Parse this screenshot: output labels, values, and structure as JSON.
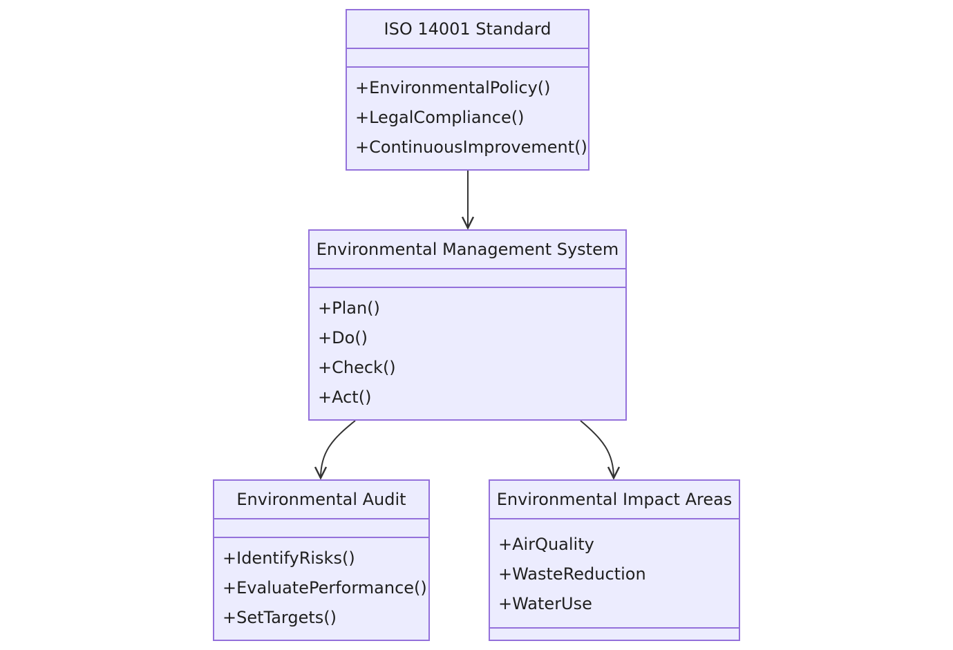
{
  "colors": {
    "fill": "#ececfe",
    "stroke": "#9370db",
    "edge": "#333333",
    "text": "#1f1f1f"
  },
  "classes": [
    {
      "id": "iso",
      "name": "ISO 14001 Standard",
      "attributes": [],
      "methods": [
        "+EnvironmentalPolicy()",
        "+LegalCompliance()",
        "+ContinuousImprovement()"
      ]
    },
    {
      "id": "ems",
      "name": "Environmental Management System",
      "attributes": [],
      "methods": [
        "+Plan()",
        "+Do()",
        "+Check()",
        "+Act()"
      ]
    },
    {
      "id": "audit",
      "name": "Environmental Audit",
      "attributes": [],
      "methods": [
        "+IdentifyRisks()",
        "+EvaluatePerformance()",
        "+SetTargets()"
      ]
    },
    {
      "id": "impact",
      "name": "Environmental Impact Areas",
      "attributes": [
        "+AirQuality",
        "+WasteReduction",
        "+WaterUse"
      ],
      "methods": []
    }
  ],
  "relations": [
    {
      "from": "iso",
      "to": "ems",
      "type": "association"
    },
    {
      "from": "ems",
      "to": "audit",
      "type": "association"
    },
    {
      "from": "ems",
      "to": "impact",
      "type": "association"
    }
  ]
}
